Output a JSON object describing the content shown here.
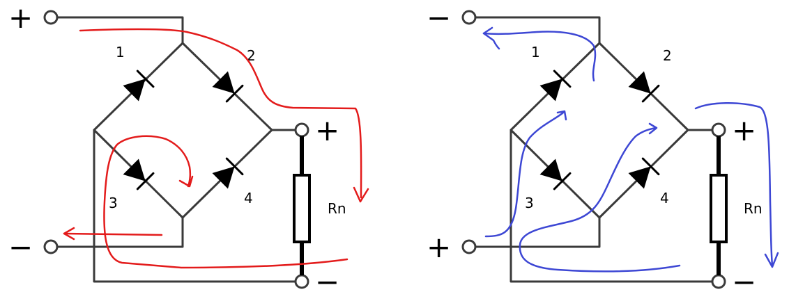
{
  "colors": {
    "red_path": "#e31b1b",
    "blue_path": "#3d47d4",
    "wire": "#3a3a3a"
  },
  "left": {
    "terminal_top_sign": "+",
    "terminal_bottom_sign": "−",
    "output_plus": "+",
    "output_minus": "−",
    "diodes": [
      "1",
      "2",
      "3",
      "4"
    ],
    "resistor_label": "Rn"
  },
  "right": {
    "terminal_top_sign": "−",
    "terminal_bottom_sign": "+",
    "output_plus": "+",
    "output_minus": "−",
    "diodes": [
      "1",
      "2",
      "3",
      "4"
    ],
    "resistor_label": "Rn"
  }
}
